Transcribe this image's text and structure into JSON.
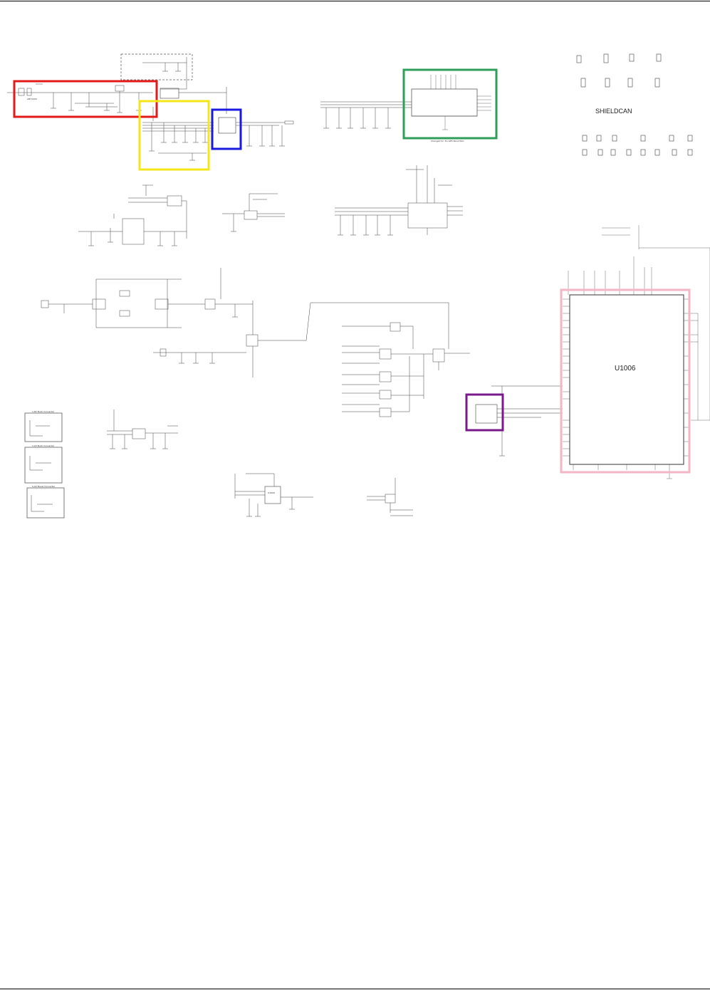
{
  "labels": {
    "shieldcan": "SHIELDCAN",
    "main_chip": "U1006",
    "chip_u1009": "U1009",
    "ant_label": "ANT1000",
    "gps_note": "Changed for 3G GPS Rev4 Mod",
    "buck1": "1.8V Buck Converter",
    "buck2": "1.2V Buck Converter",
    "boost": "5.0V Boost Converter"
  },
  "highlight_colors": {
    "red": "#e11a1a",
    "yellow": "#f5e61a",
    "blue": "#1a1ae1",
    "green": "#2e9e5a",
    "purple": "#7a1a8a",
    "pink": "#f4b6c4"
  }
}
